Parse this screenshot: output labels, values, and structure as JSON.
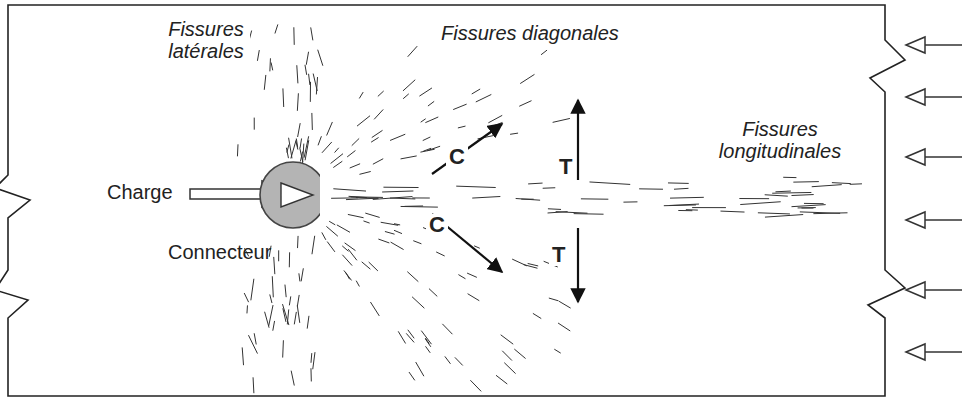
{
  "diagram": {
    "nodes": [
      {
        "text": [
          "Connecteur"
        ]
      }
    ],
    "labels": [
      "Fissures latérales",
      "Fissures diagonales",
      "Fissures longitudinales",
      "Charge",
      "C",
      "C",
      "T",
      "T"
    ]
  }
}
